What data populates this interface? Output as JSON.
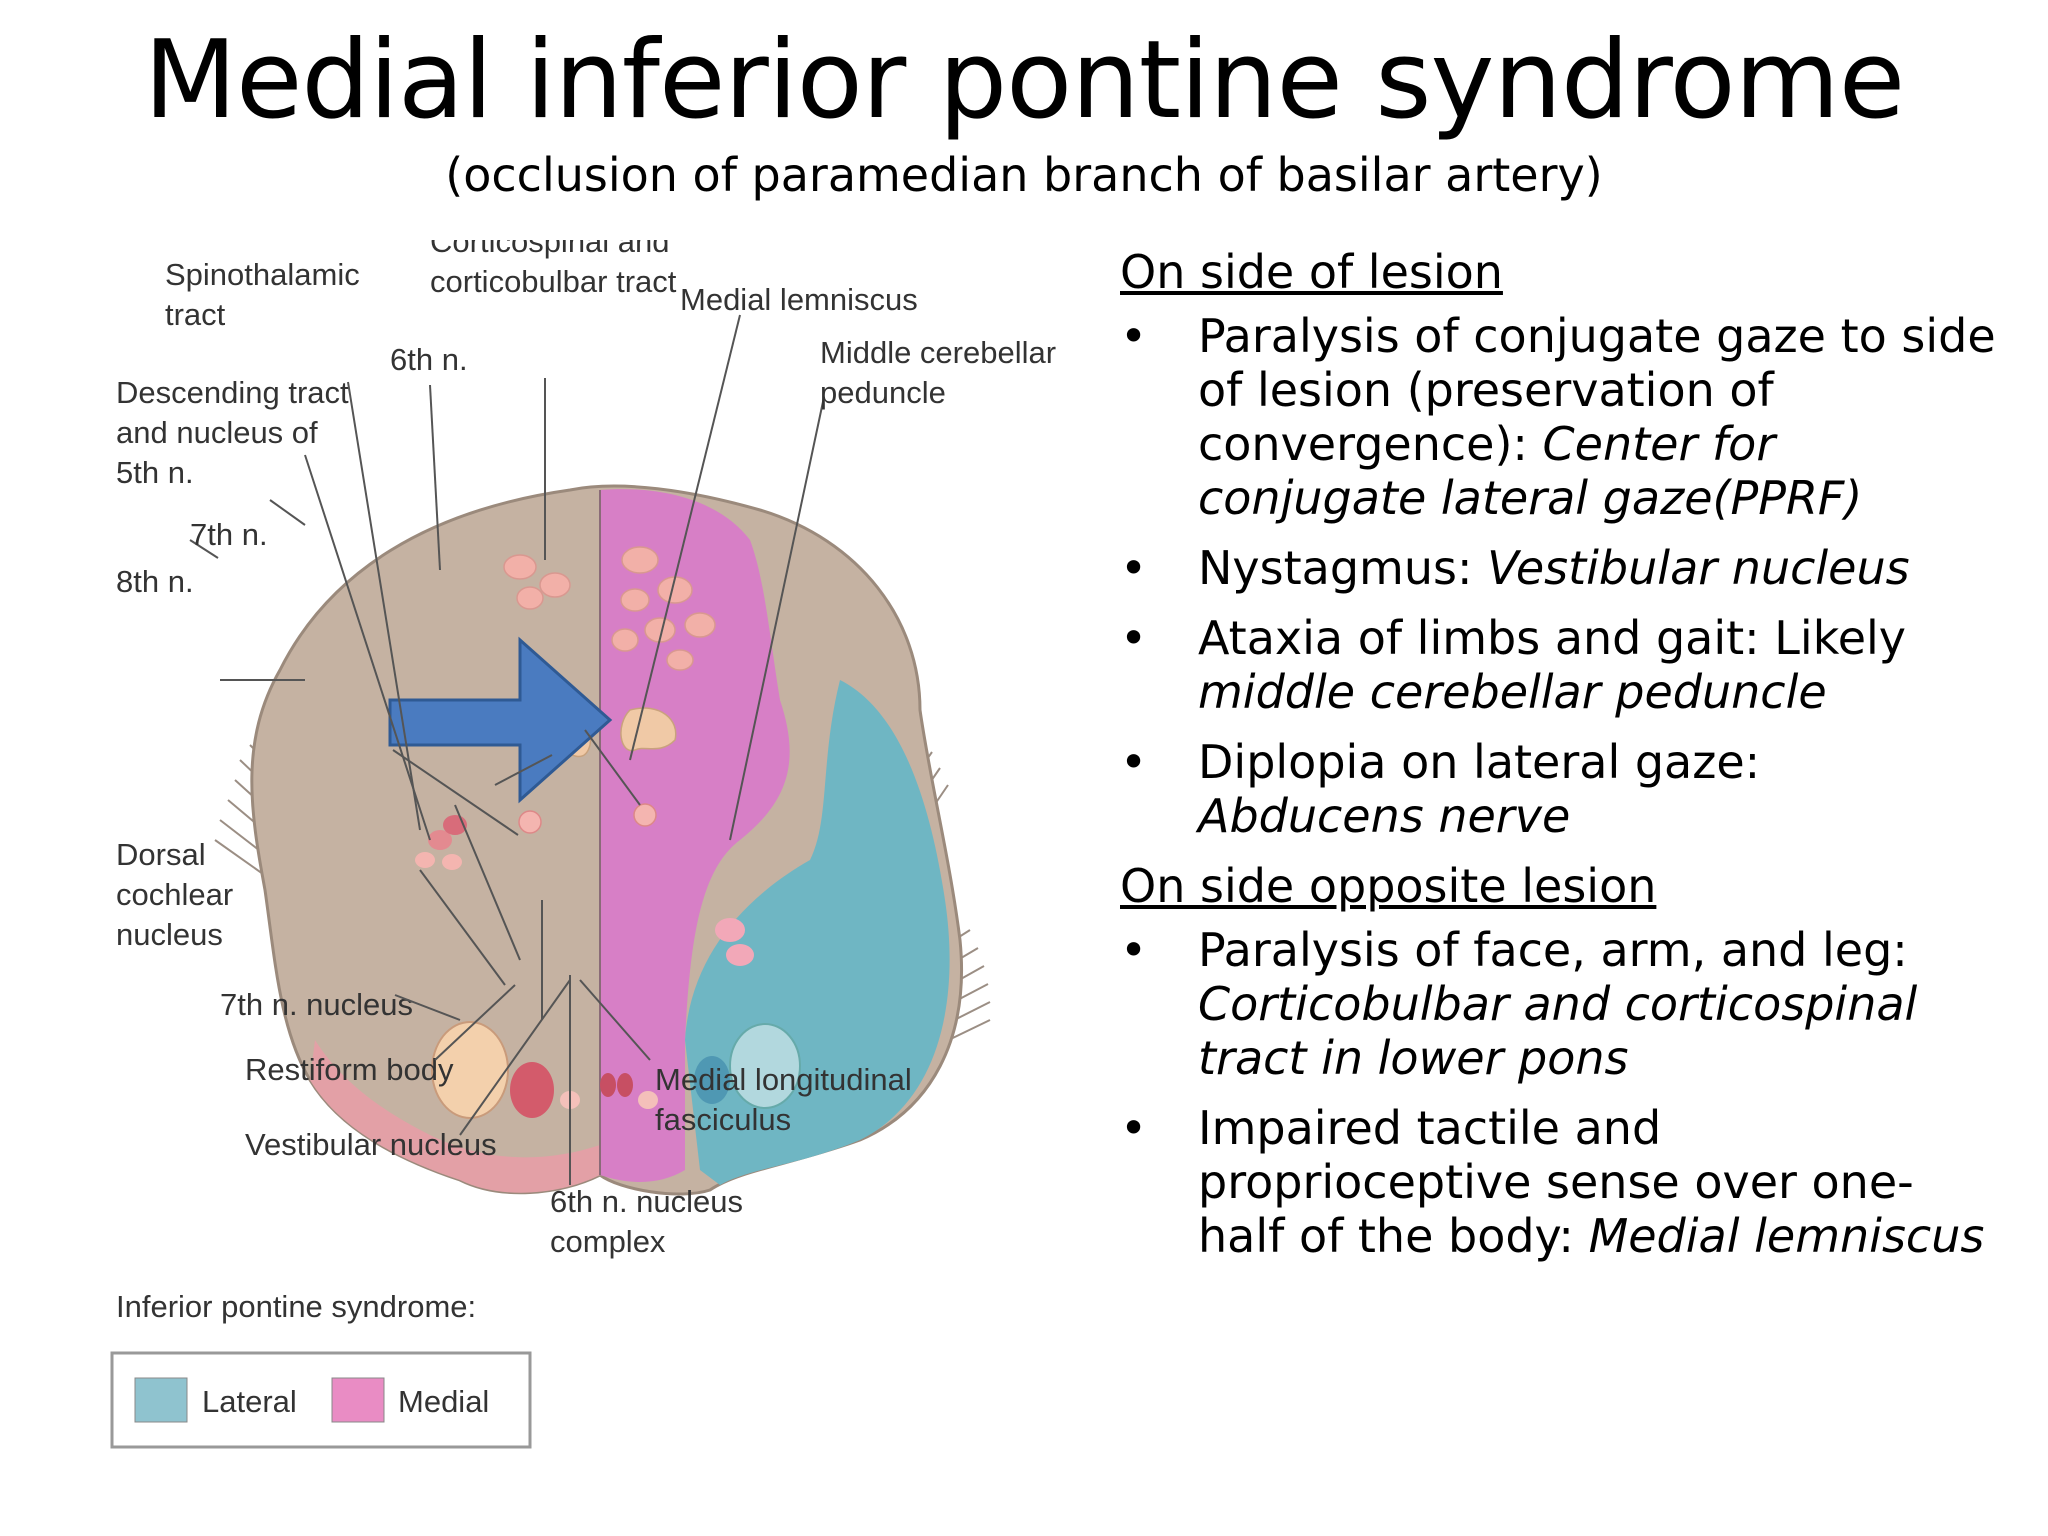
{
  "slide": {
    "title": "Medial inferior pontine syndrome",
    "subtitle": "(occlusion of paramedian branch of basilar artery)"
  },
  "diagram": {
    "labels": {
      "spinothalamic": [
        "Spinothalamic",
        "tract"
      ],
      "corticospinal": [
        "Corticospinal and",
        "corticobulbar tract"
      ],
      "medial_lemniscus": "Medial lemniscus",
      "sixth_n": "6th n.",
      "middle_cerebellar": [
        "Middle cerebellar",
        "peduncle"
      ],
      "descending_tract": [
        "Descending tract",
        "and nucleus of",
        "5th n."
      ],
      "seventh_n": "7th n.",
      "eighth_n": "8th n.",
      "dorsal_cochlear": [
        "Dorsal",
        "cochlear",
        "nucleus"
      ],
      "seventh_nucleus": "7th n. nucleus",
      "restiform": "Restiform body",
      "vestibular": "Vestibular nucleus",
      "mlf": [
        "Medial longitudinal",
        "fasciculus"
      ],
      "sixth_nucleus": [
        "6th n. nucleus",
        "complex"
      ]
    },
    "legend": {
      "title": "Inferior pontine syndrome:",
      "items": [
        {
          "label": "Lateral",
          "color": "#8fc3cf"
        },
        {
          "label": "Medial",
          "color": "#e98cc4"
        }
      ]
    },
    "colors": {
      "brainstem": "#c5b2a2",
      "medial_region": "#d77fc6",
      "lateral_region": "#6fb6c3",
      "nuclei": "#f0c9a6",
      "tract_pink": "#f2b0a8",
      "arrow": "#4a7bc0"
    }
  },
  "ipsilateral": {
    "heading": "On side of lesion",
    "items": [
      {
        "text": "Paralysis of conjugate gaze to side of lesion (preservation of convergence): ",
        "cause": "Center for conjugate lateral gaze(PPRF)"
      },
      {
        "text": "Nystagmus: ",
        "cause": "Vestibular nucleus"
      },
      {
        "text": "Ataxia of limbs and gait: Likely ",
        "cause": "middle cerebellar peduncle"
      },
      {
        "text": "Diplopia on lateral gaze: ",
        "cause": "Abducens nerve"
      }
    ]
  },
  "contralateral": {
    "heading": "On side opposite lesion",
    "items": [
      {
        "text": "Paralysis of face, arm, and leg: ",
        "cause": "Corticobulbar and corticospinal tract in lower pons"
      },
      {
        "text": "Impaired tactile and proprioceptive sense over one-half of the body: ",
        "cause": "Medial lemniscus"
      }
    ]
  },
  "bullet_char": "•"
}
